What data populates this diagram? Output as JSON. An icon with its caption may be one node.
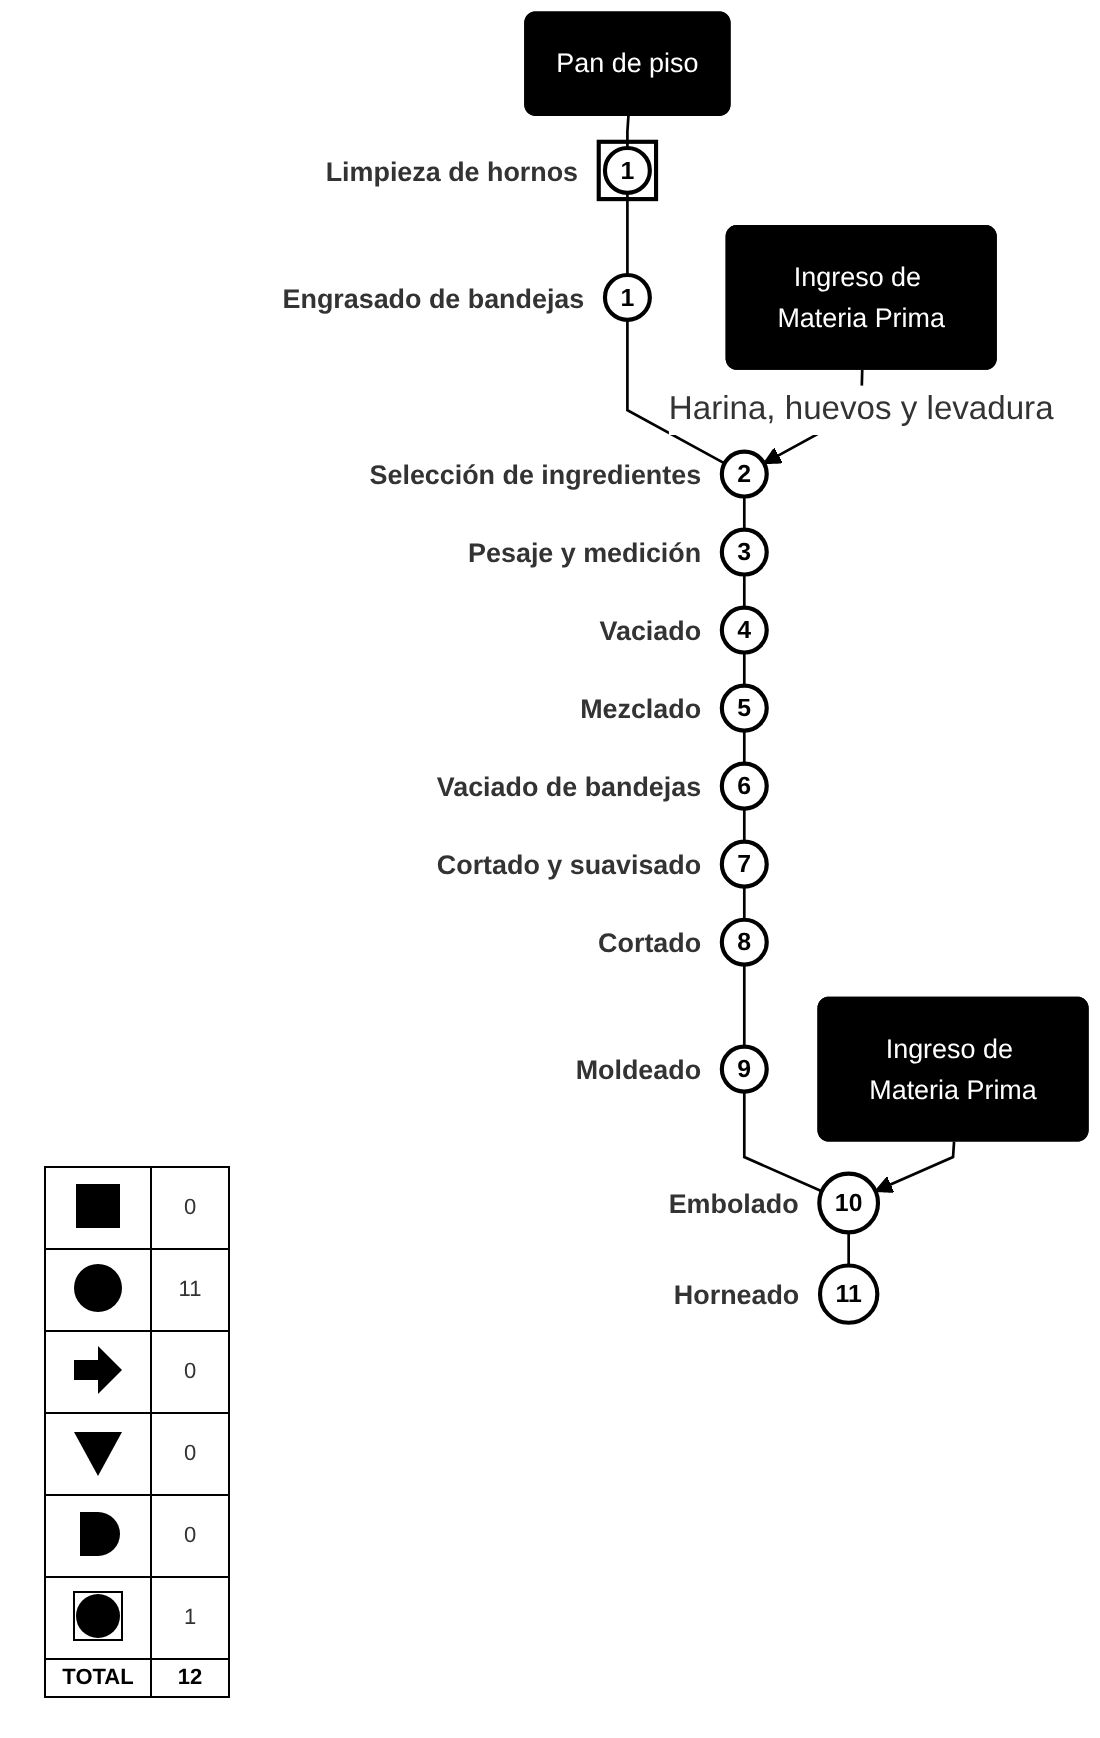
{
  "diagram": {
    "nodes": [
      {
        "text": [
          "Ingreso de Materia Prima"
        ]
      },
      {
        "text": [
          "Ingreso de Materia Prima"
        ]
      },
      {
        "text": [
          "Pan de piso"
        ]
      },
      {
        "text": [
          "1"
        ],
        "beside": [
          "Limpieza de hornos"
        ]
      },
      {
        "text": [
          "1"
        ],
        "beside": [
          "Engrasado de bandejas"
        ]
      },
      {
        "text": [
          "2"
        ],
        "beside": [
          "Selección de ingredientes"
        ]
      },
      {
        "text": [
          "3"
        ],
        "beside": [
          "Pesaje y medición"
        ]
      },
      {
        "text": [
          "4"
        ],
        "beside": [
          "Vaciado"
        ]
      },
      {
        "text": [
          "5"
        ],
        "beside": [
          "Mezclado"
        ]
      },
      {
        "text": [
          "6"
        ],
        "beside": [
          "Vaciado de bandejas"
        ]
      },
      {
        "text": [
          "7"
        ],
        "beside": [
          "Cortado y suavisado"
        ]
      },
      {
        "text": [
          "8"
        ],
        "beside": [
          "Cortado"
        ]
      },
      {
        "text": [
          "9"
        ],
        "beside": [
          "Moldeado"
        ]
      },
      {
        "text": [
          "10"
        ],
        "beside": [
          "Embolado"
        ]
      },
      {
        "text": [
          "11"
        ],
        "beside": [
          "Horneado"
        ]
      }
    ],
    "edges": [
      {
        "from": 2,
        "to": 3,
        "arrow": "none"
      },
      {
        "from": 3,
        "to": 4,
        "arrow": "none"
      },
      {
        "from": 4,
        "to": 5,
        "arrow": "none"
      },
      {
        "from": 1,
        "to": 5,
        "arrow": "to",
        "label": "Harina, huevos y levadura"
      },
      {
        "from": 5,
        "to": 6,
        "arrow": "none"
      },
      {
        "from": 6,
        "to": 7,
        "arrow": "none"
      },
      {
        "from": 7,
        "to": 8,
        "arrow": "none"
      },
      {
        "from": 8,
        "to": 9,
        "arrow": "none"
      },
      {
        "from": 9,
        "to": 10,
        "arrow": "none"
      },
      {
        "from": 10,
        "to": 11,
        "arrow": "none"
      },
      {
        "from": 11,
        "to": 12,
        "arrow": "none"
      },
      {
        "from": 12,
        "to": 13,
        "arrow": "none"
      },
      {
        "from": 0,
        "to": 13,
        "arrow": "to"
      },
      {
        "from": 13,
        "to": 14,
        "arrow": "none"
      }
    ],
    "labels": [
      "0",
      "11",
      "0",
      "0",
      "0",
      "1",
      "TOTAL",
      "12"
    ]
  }
}
